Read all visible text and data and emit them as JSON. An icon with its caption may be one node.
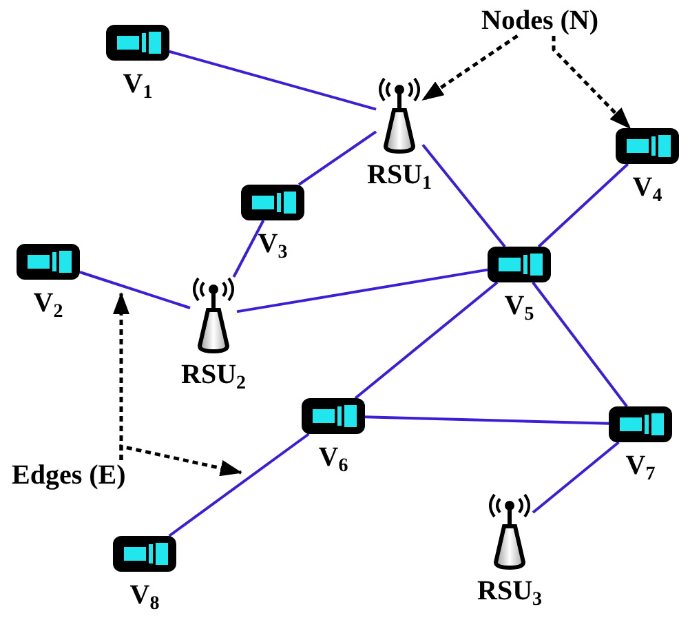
{
  "diagram": {
    "nodes": [
      {
        "text": [
          "V$_{1}$"
        ]
      },
      {
        "text": [
          "Nodes (N)"
        ]
      },
      {
        "text": [
          "RSU$_{1}$"
        ]
      },
      {
        "text": [
          "V$_{4}$"
        ]
      },
      {
        "text": [
          "V$_{3}$"
        ]
      },
      {
        "text": [
          "V$_{2}$"
        ]
      },
      {
        "text": [
          "V$_{5}$"
        ]
      },
      {
        "text": [
          "RSU$_{2}$"
        ]
      },
      {
        "text": [
          "V$_{6}$"
        ]
      },
      {
        "text": [
          "V$_{7}$"
        ]
      },
      {
        "text": [
          "Edges (E)"
        ]
      },
      {
        "text": [
          "RSU$_{3}$"
        ]
      },
      {
        "text": [
          "V$_{8}$"
        ]
      }
    ],
    "edges": [
      {
        "from": 0,
        "to": 2,
        "arrow": "none"
      },
      {
        "from": 2,
        "to": 4,
        "arrow": "none"
      },
      {
        "from": 2,
        "to": 6,
        "arrow": "none"
      },
      {
        "from": 3,
        "to": 6,
        "arrow": "none"
      },
      {
        "from": 4,
        "to": 7,
        "arrow": "none"
      },
      {
        "from": 5,
        "to": 7,
        "arrow": "none"
      },
      {
        "from": 7,
        "to": 6,
        "arrow": "none"
      },
      {
        "from": 6,
        "to": 8,
        "arrow": "none"
      },
      {
        "from": 6,
        "to": 9,
        "arrow": "none"
      },
      {
        "from": 8,
        "to": 9,
        "arrow": "none"
      },
      {
        "from": 8,
        "to": 12,
        "arrow": "none"
      },
      {
        "from": 9,
        "to": 11,
        "arrow": "none"
      },
      {
        "from": 1,
        "to": 2,
        "arrow": "to",
        "style": "dashed",
        "color": "#000000"
      },
      {
        "from": 1,
        "to": 3,
        "arrow": "to",
        "style": "dashed",
        "color": "#000000"
      },
      {
        "from": 10,
        "to": null,
        "arrow": "to",
        "style": "dashed",
        "color": "#000000"
      },
      {
        "from": 10,
        "to": null,
        "arrow": "to",
        "style": "dashed",
        "color": "#000000"
      }
    ]
  }
}
